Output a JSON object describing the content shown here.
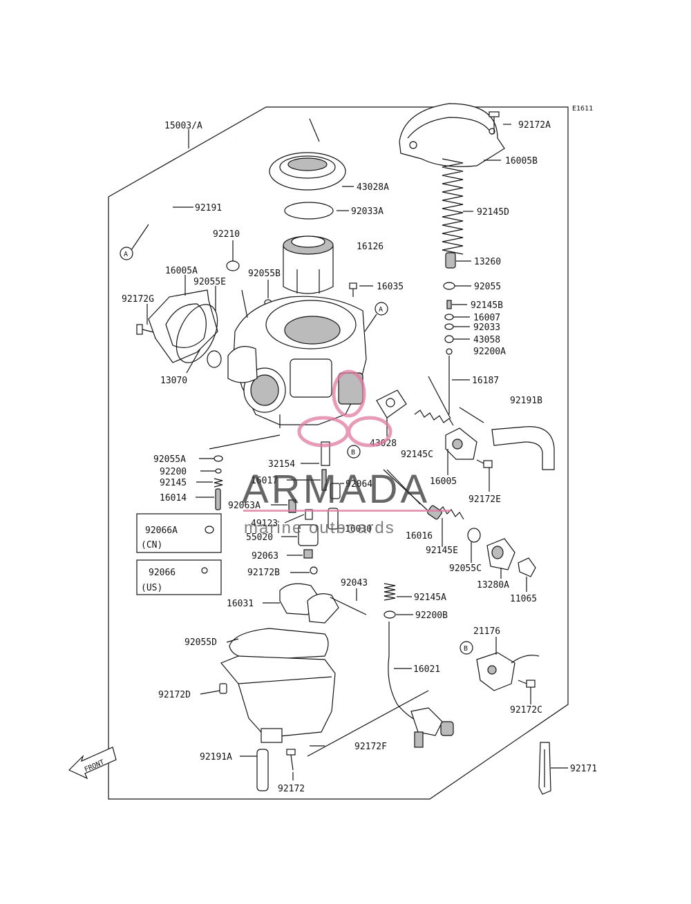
{
  "diagram_code": "E1611",
  "ref_labels": [
    "A",
    "A",
    "B",
    "B"
  ],
  "parts": [
    "15003/A",
    "92191",
    "92210",
    "16005A",
    "92055E",
    "92172G",
    "92055B",
    "13070",
    "43028A",
    "92033A",
    "16126",
    "16035",
    "92172A",
    "16005B",
    "92145D",
    "13260",
    "92055",
    "92145B",
    "16007",
    "92033",
    "43058",
    "92200A",
    "16187",
    "92191B",
    "43028",
    "92145C",
    "16005",
    "92172E",
    "92055A",
    "92200",
    "92145",
    "16014",
    "32154",
    "16017",
    "92064",
    "92063A",
    "49123",
    "55020",
    "16030",
    "16016",
    "92145E",
    "92055C",
    "13280A",
    "11065",
    "92063",
    "92172B",
    "92043",
    "92145A",
    "92200B",
    "16031",
    "92055D",
    "16021",
    "21176",
    "92172D",
    "92172C",
    "92172F",
    "92191A",
    "92172",
    "92171"
  ],
  "variant_boxes": [
    {
      "part": "92066A",
      "region": "(CN)"
    },
    {
      "part": "92066",
      "region": "(US)"
    }
  ],
  "front_label": "FRONT",
  "watermark": {
    "brand": "ARMADA",
    "tagline": "marine outboards",
    "color": "#e07aa0"
  }
}
